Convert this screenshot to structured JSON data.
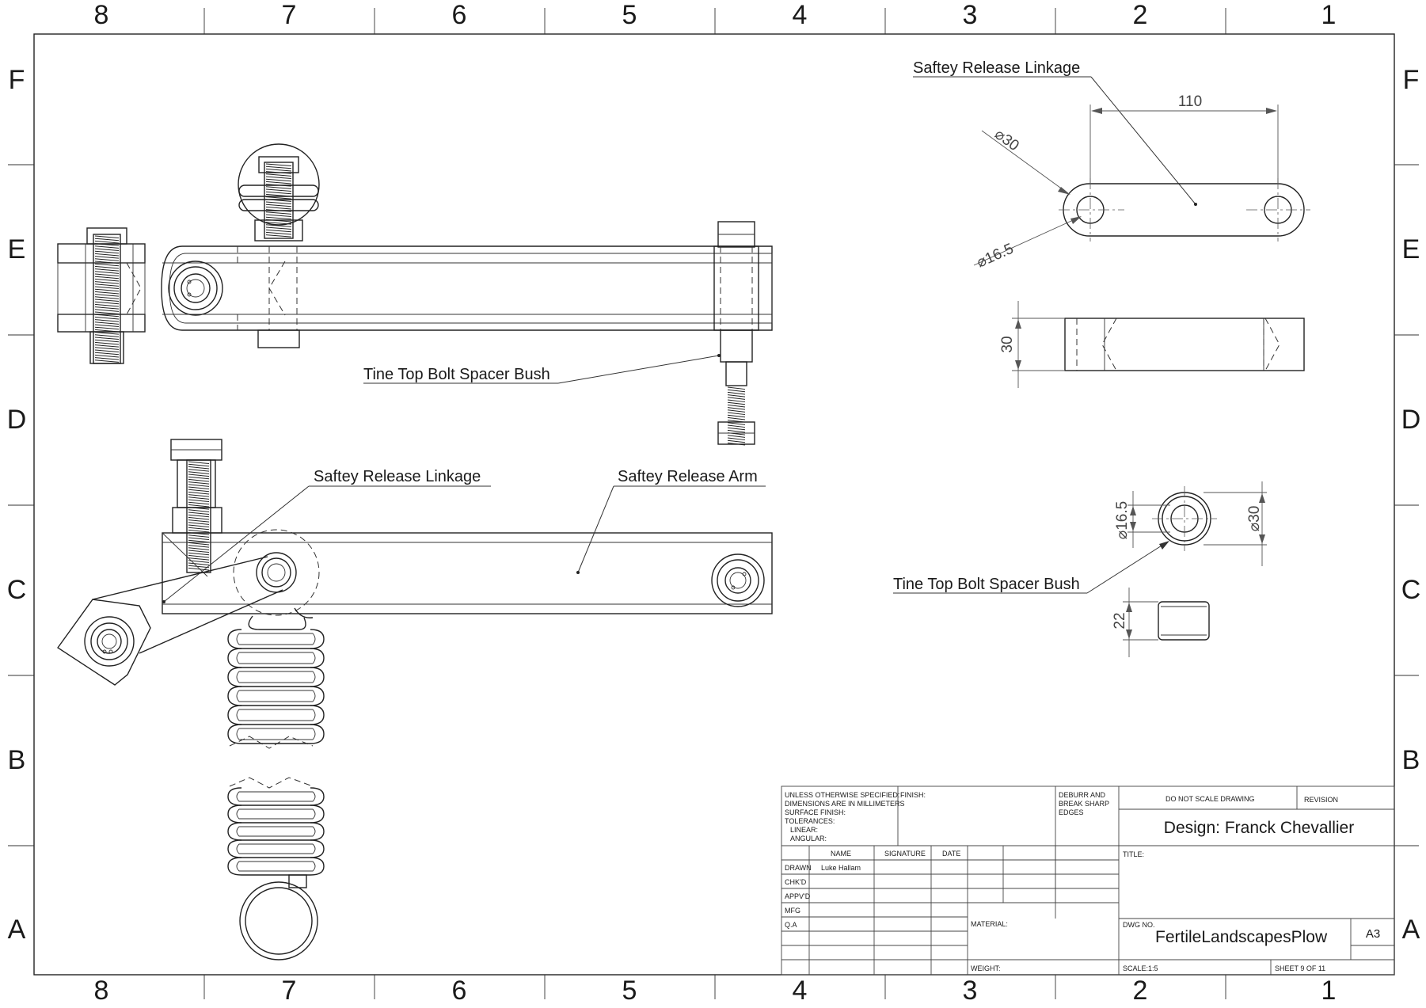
{
  "zones": {
    "columns": [
      "8",
      "7",
      "6",
      "5",
      "4",
      "3",
      "2",
      "1"
    ],
    "rows": [
      "F",
      "E",
      "D",
      "C",
      "B",
      "A"
    ]
  },
  "callouts": {
    "top_right_title": "Saftey Release Linkage",
    "top_bush_label": "Tine Top Bolt Spacer Bush",
    "linkage_label": "Saftey Release Linkage",
    "arm_label": "Saftey Release Arm",
    "bush_detail_label": "Tine Top Bolt Spacer Bush"
  },
  "dimensions": {
    "linkage_length": "110",
    "linkage_outer_dia": "⌀30",
    "linkage_hole_dia": "⌀16.5",
    "linkage_thickness": "30",
    "bush_hole_dia": "⌀16.5",
    "bush_outer_dia": "⌀30",
    "bush_length": "22"
  },
  "title_block": {
    "spec_lines": [
      "UNLESS OTHERWISE SPECIFIED:",
      "DIMENSIONS ARE IN MILLIMETERS",
      "SURFACE FINISH:",
      "TOLERANCES:",
      "LINEAR:",
      "ANGULAR:"
    ],
    "finish": "FINISH:",
    "deburr_lines": [
      "DEBURR AND",
      "BREAK SHARP",
      "EDGES"
    ],
    "do_not_scale": "DO NOT SCALE DRAWING",
    "revision": "REVISION",
    "design": "Design: Franck Chevallier",
    "headers": {
      "name": "NAME",
      "signature": "SIGNATURE",
      "date": "DATE"
    },
    "rows": [
      "DRAWN",
      "CHK'D",
      "APPV'D",
      "MFG",
      "Q.A"
    ],
    "drawn_name": "Luke Hallam",
    "title_label": "TITLE:",
    "material": "MATERIAL:",
    "weight": "WEIGHT:",
    "dwg_no_label": "DWG NO.",
    "dwg_no": "FertileLandscapesPlow",
    "size": "A3",
    "scale": "SCALE:1:5",
    "sheet": "SHEET 9 OF 11"
  }
}
